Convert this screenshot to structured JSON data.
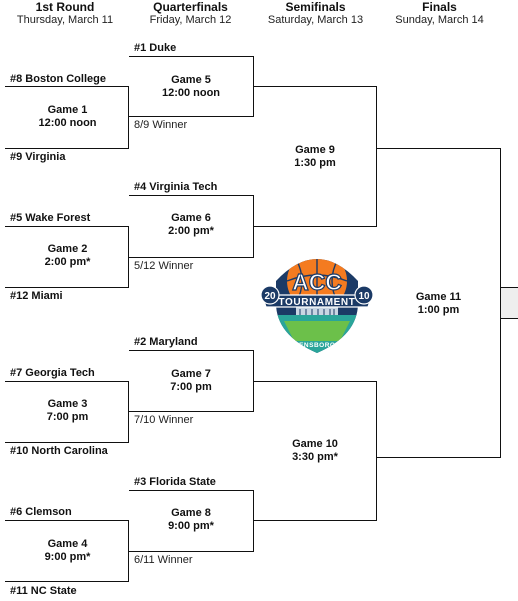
{
  "rounds": [
    {
      "name": "1st Round",
      "date": "Thursday, March 11"
    },
    {
      "name": "Quarterfinals",
      "date": "Friday, March 12"
    },
    {
      "name": "Semifinals",
      "date": "Saturday, March 13"
    },
    {
      "name": "Finals",
      "date": "Sunday, March 14"
    }
  ],
  "teams": {
    "duke": "#1 Duke",
    "maryland": "#2 Maryland",
    "florida_state": "#3 Florida State",
    "virginia_tech": "#4 Virginia Tech",
    "wake_forest": "#5 Wake Forest",
    "clemson": "#6 Clemson",
    "georgia_tech": "#7 Georgia Tech",
    "boston_college": "#8 Boston College",
    "virginia": "#9 Virginia",
    "north_carolina": "#10 North Carolina",
    "nc_state": "#11 NC State",
    "miami": "#12 Miami"
  },
  "games": {
    "g1": {
      "name": "Game 1",
      "time": "12:00 noon"
    },
    "g2": {
      "name": "Game 2",
      "time": "2:00 pm*"
    },
    "g3": {
      "name": "Game 3",
      "time": "7:00 pm"
    },
    "g4": {
      "name": "Game 4",
      "time": "9:00 pm*"
    },
    "g5": {
      "name": "Game 5",
      "time": "12:00 noon"
    },
    "g6": {
      "name": "Game 6",
      "time": "2:00 pm*"
    },
    "g7": {
      "name": "Game 7",
      "time": "7:00 pm"
    },
    "g8": {
      "name": "Game 8",
      "time": "9:00 pm*"
    },
    "g9": {
      "name": "Game 9",
      "time": "1:30 pm"
    },
    "g10": {
      "name": "Game 10",
      "time": "3:30 pm*"
    },
    "g11": {
      "name": "Game 11",
      "time": "1:00 pm"
    }
  },
  "winners": {
    "w1": "8/9 Winner",
    "w2": "5/12 Winner",
    "w3": "7/10 Winner",
    "w4": "6/11 Winner"
  },
  "logo": {
    "title": "ACC",
    "banner": "TOURNAMENT",
    "year_left": "20",
    "year_right": "10",
    "city": "GREENSBORO, NC",
    "colors": {
      "navy": "#1b3a66",
      "teal": "#2aa59a",
      "green": "#6cc04a",
      "orange": "#f47b20",
      "white": "#ffffff"
    }
  }
}
